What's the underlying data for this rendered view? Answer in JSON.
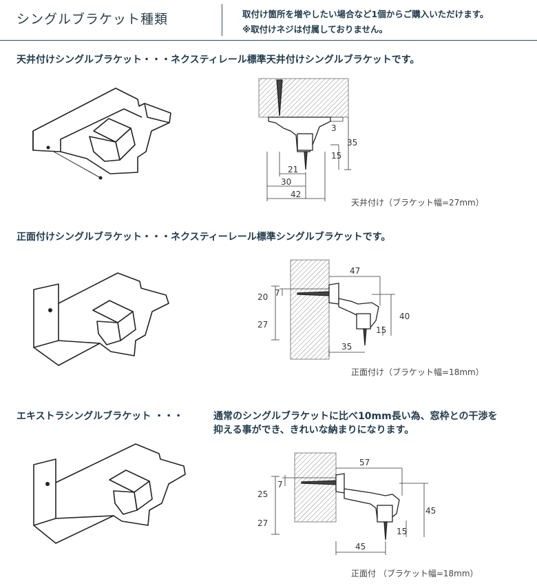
{
  "header": {
    "title": "シングルブラケット種類",
    "note_line1": "取付け箇所を増やしたい場合など1個からご購入いただけます。",
    "note_line2": "※取付けネジは付属しておりません。"
  },
  "sections": [
    {
      "title": "天井付けシングルブラケット・・・ネクスティレール標準天井付けシングルブラケットです。",
      "caption": "天井付け（ブラケット幅=27mm）",
      "dims": {
        "a": "3",
        "b": "35",
        "c": "15",
        "d": "21",
        "e": "30",
        "f": "42"
      }
    },
    {
      "title": "正面付けシングルブラケット・・・ネクスティーレール標準シングルブラケットです。",
      "caption": "正面付け（ブラケット幅=18mm）",
      "dims": {
        "a": "47",
        "b": "20",
        "c": "7",
        "d": "27",
        "e": "40",
        "f": "15",
        "g": "35"
      }
    },
    {
      "title": "エキストラシングルブラケット ・・・",
      "title_cont1": "通常のシングルブラケットに比べ10mm長い為、窓枠との干渉を",
      "title_cont2": "抑える事ができ、きれいな納まりになります。",
      "caption": "正面付 （ブラケット幅=18mm）",
      "dims": {
        "a": "57",
        "b": "7",
        "c": "25",
        "d": "27",
        "e": "45",
        "f": "15",
        "g": "45"
      }
    }
  ]
}
